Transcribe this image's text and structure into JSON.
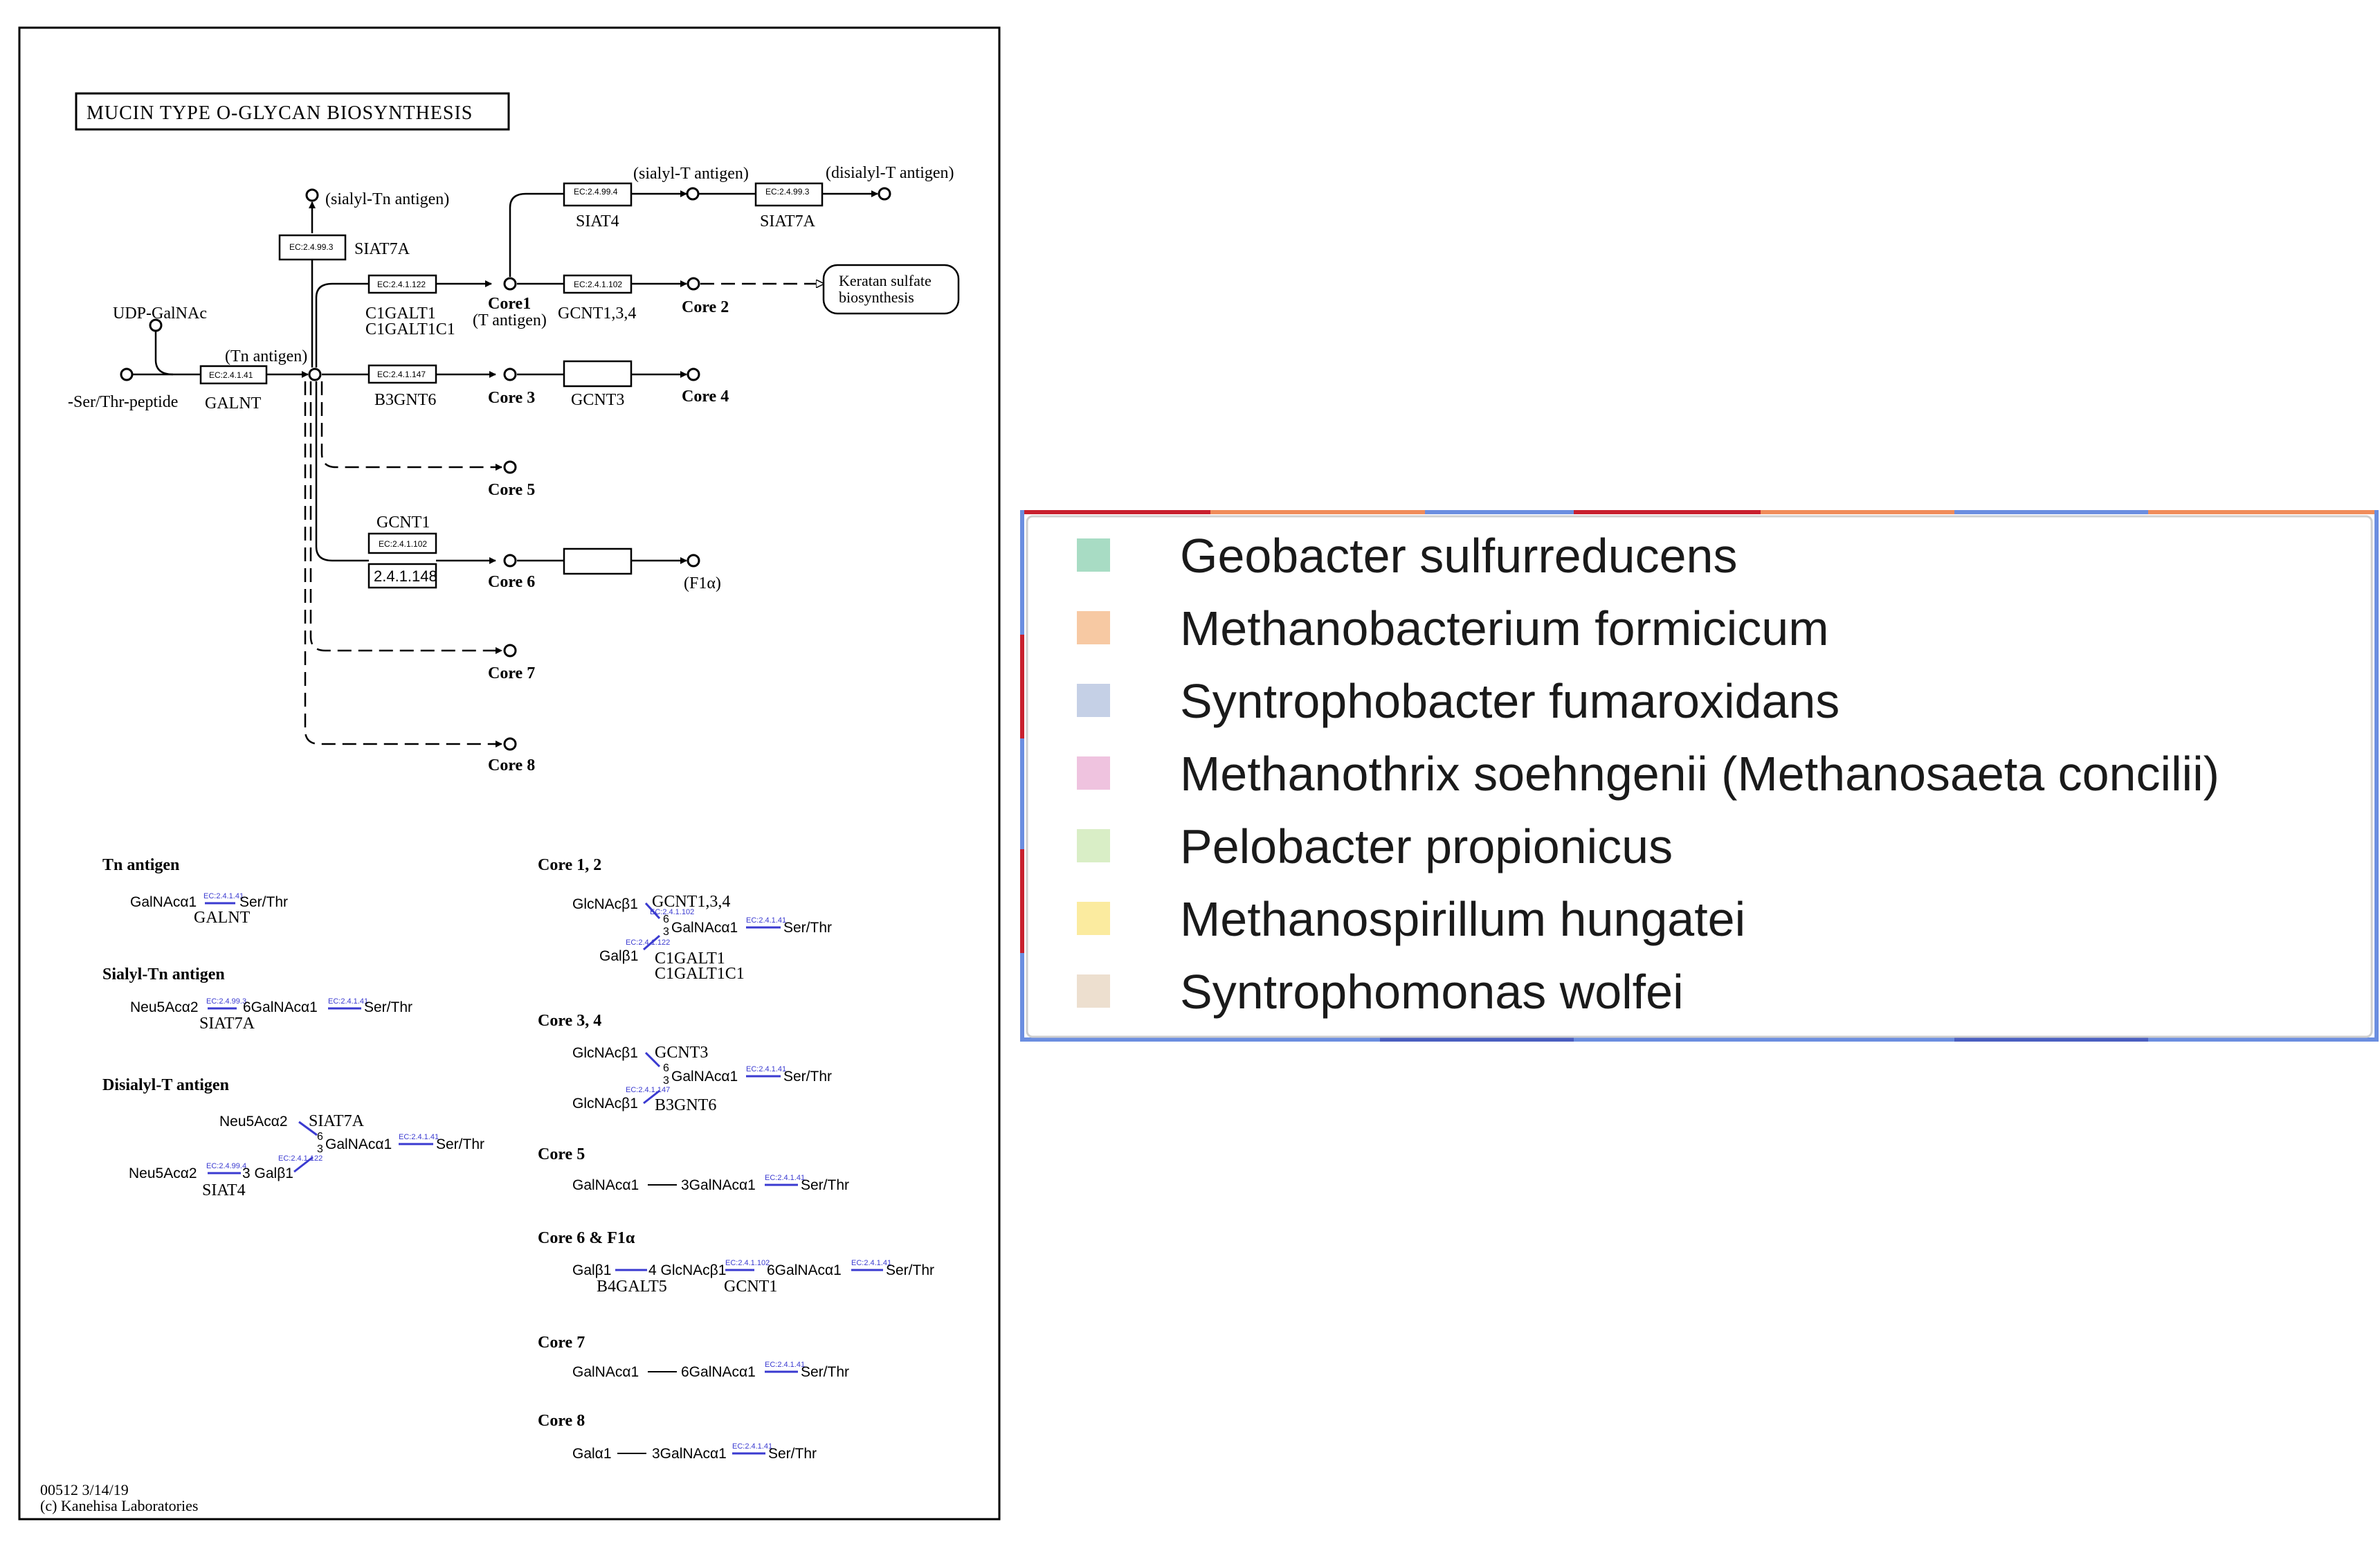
{
  "pathway": {
    "title": "MUCIN TYPE O-GLYCAN BIOSYNTHESIS",
    "footer_id": "00512 3/14/19",
    "footer_copyright": "(c) Kanehisa Laboratories"
  },
  "compounds": {
    "udp_galnac": "UDP-GalNAc",
    "ser_thr_peptide": "-Ser/Thr-peptide",
    "tn_antigen": "(Tn antigen)",
    "sialyl_tn": "(sialyl-Tn antigen)",
    "sialyl_t": "(sialyl-T antigen)",
    "disialyl_t": "(disialyl-T antigen)",
    "core1": "Core1",
    "t_antigen": "(T antigen)",
    "core2": "Core 2",
    "core3": "Core 3",
    "core4": "Core 4",
    "core5": "Core 5",
    "core6": "Core 6",
    "f1a": "(F1α)",
    "core7": "Core 7",
    "core8": "Core 8",
    "keratan_line1": "Keratan sulfate",
    "keratan_line2": "biosynthesis"
  },
  "enzymes": {
    "galnt_ec": "EC:2.4.1.41",
    "galnt": "GALNT",
    "siat7a_ec": "EC:2.4.99.3",
    "siat7a": "SIAT7A",
    "c1galt1_ec": "EC:2.4.1.122",
    "c1galt1_line1": "C1GALT1",
    "c1galt1_line2": "C1GALT1C1",
    "b3gnt6_ec": "EC:2.4.1.147",
    "b3gnt6": "B3GNT6",
    "siat4_ec": "EC:2.4.99.4",
    "siat4": "SIAT4",
    "siat7a_b_ec": "EC:2.4.99.3",
    "siat7a_b": "SIAT7A",
    "gcnt134_ec": "EC:2.4.1.102",
    "gcnt134": "GCNT1,3,4",
    "gcnt3": "GCNT3",
    "gcnt1": "GCNT1",
    "gcnt1_ec": "EC:2.4.1.102",
    "gcnt1_ec2": "2.4.1.148"
  },
  "legend_blocks": {
    "tn": {
      "title": "Tn antigen",
      "line": "GalNAcα1",
      "ec": "EC:2.4.1.41",
      "ser": "Ser/Thr",
      "enzyme": "GALNT"
    },
    "stn": {
      "title": "Sialyl-Tn antigen",
      "line": "Neu5Acα2",
      "ec1": "EC:2.4.99.3",
      "mid": "6GalNAcα1",
      "ec2": "EC:2.4.1.41",
      "ser": "Ser/Thr",
      "enzyme": "SIAT7A"
    },
    "dst": {
      "title": "Disialyl-T antigen",
      "top": "Neu5Acα2",
      "siat7a": "SIAT7A",
      "six": "6",
      "three": "3",
      "mid": "GalNAcα1",
      "ec_a": "EC:2.4.1.41",
      "ser": "Ser/Thr",
      "bot": "Neu5Acα2",
      "ec_b": "EC:2.4.99.4",
      "gal": "3 Galβ1",
      "ec_c": "EC:2.4.1.122",
      "siat4": "SIAT4"
    },
    "c12": {
      "title": "Core 1, 2",
      "top": "GlcNAcβ1",
      "gcnt": "GCNT1,3,4",
      "six": "6",
      "three": "3",
      "mid": "GalNAcα1",
      "ec_a": "EC:2.4.1.41",
      "ser": "Ser/Thr",
      "bot": "Galβ1",
      "ec_b": "EC:2.4.1.102",
      "ec_c": "EC:2.4.1.122",
      "enz1": "C1GALT1",
      "enz2": "C1GALT1C1"
    },
    "c34": {
      "title": "Core 3, 4",
      "top": "GlcNAcβ1",
      "gcnt": "GCNT3",
      "six": "6",
      "three": "3",
      "mid": "GalNAcα1",
      "ec_a": "EC:2.4.1.41",
      "ser": "Ser/Thr",
      "bot": "GlcNAcβ1",
      "ec_b": "EC:2.4.1.147",
      "enz": "B3GNT6"
    },
    "c5": {
      "title": "Core 5",
      "left": "GalNAcα1",
      "right": "3GalNAcα1",
      "ec": "EC:2.4.1.41",
      "ser": "Ser/Thr"
    },
    "c6": {
      "title": "Core 6 & F1α",
      "a": "Galβ1",
      "b": "4 GlcNAcβ1",
      "ec1": "EC:2.4.1.102",
      "c": "6GalNAcα1",
      "ec2": "EC:2.4.1.41",
      "ser": "Ser/Thr",
      "enz1": "B4GALT5",
      "enz2": "GCNT1"
    },
    "c7": {
      "title": "Core 7",
      "left": "GalNAcα1",
      "right": "6GalNAcα1",
      "ec": "EC:2.4.1.41",
      "ser": "Ser/Thr"
    },
    "c8": {
      "title": "Core 8",
      "left": "Galα1",
      "right": "3GalNAcα1",
      "ec": "EC:2.4.1.41",
      "ser": "Ser/Thr"
    }
  },
  "organism_legend": {
    "items": [
      {
        "label": "Geobacter sulfurreducens",
        "color": "#a8dcc4"
      },
      {
        "label": "Methanobacterium formicicum",
        "color": "#f7c9a3"
      },
      {
        "label": "Syntrophobacter fumaroxidans",
        "color": "#c5d0e6"
      },
      {
        "label": "Methanothrix soehngenii (Methanosaeta concilii)",
        "color": "#efc3df"
      },
      {
        "label": "Pelobacter propionicus",
        "color": "#d9eec6"
      },
      {
        "label": "Methanospirillum hungatei",
        "color": "#fbeb9f"
      },
      {
        "label": "Syntrophomonas wolfei",
        "color": "#eddfcf"
      }
    ]
  },
  "colors": {
    "link_blue": "#3a3ad0",
    "ink": "#000000"
  }
}
